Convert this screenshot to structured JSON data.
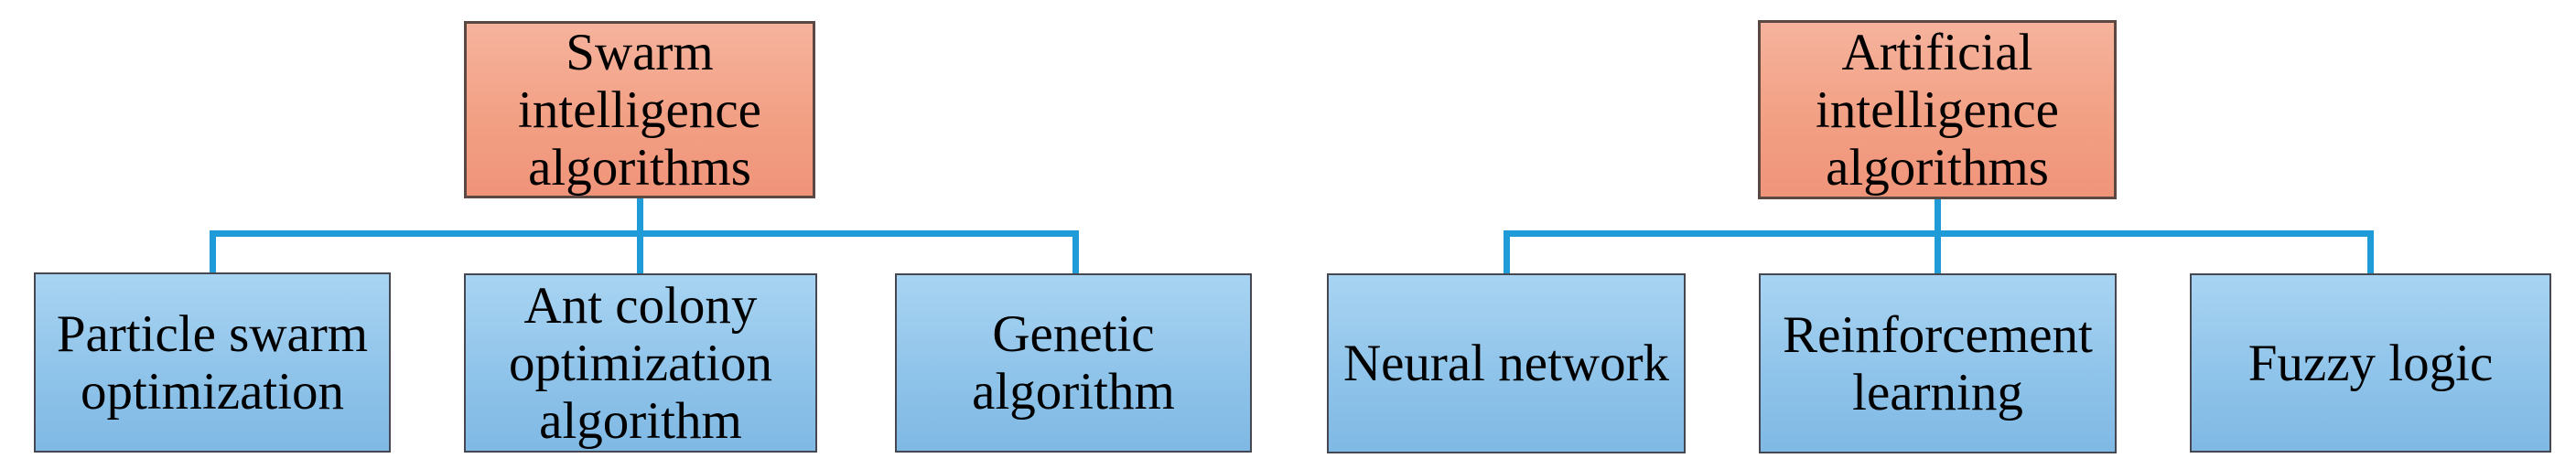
{
  "diagram": {
    "background_color": "#ffffff",
    "connector_color": "#1f9cd7",
    "text_color": "#000000",
    "root_box_fill_top": "#f6b39d",
    "root_box_fill_bottom": "#f0947a",
    "root_box_border": "#5c4843",
    "child_box_fill_top": "#a8d4f2",
    "child_box_fill_bottom": "#7fb9e4",
    "child_box_border": "#454850",
    "trees": [
      {
        "root": {
          "label": "Swarm\nintelligence\nalgorithms"
        },
        "children": [
          {
            "label": "Particle swarm\noptimization"
          },
          {
            "label": "Ant colony\noptimization\nalgorithm"
          },
          {
            "label": "Genetic\nalgorithm"
          }
        ]
      },
      {
        "root": {
          "label": "Artificial\nintelligence\nalgorithms"
        },
        "children": [
          {
            "label": "Neural network"
          },
          {
            "label": "Reinforcement\nlearning"
          },
          {
            "label": "Fuzzy logic"
          }
        ]
      }
    ]
  }
}
